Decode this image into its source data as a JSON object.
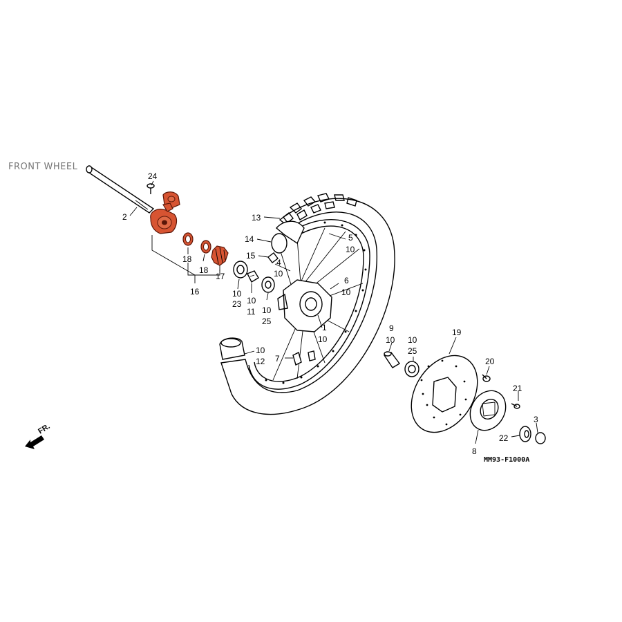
{
  "title": "FRONT WHEEL",
  "diagram_code": "MM93-F1000A",
  "direction_label": "FR.",
  "colors": {
    "highlight": "#d75432",
    "ink": "#000000",
    "title_text": "#777777"
  },
  "callouts": {
    "c24": "24",
    "c2": "2",
    "c13": "13",
    "c14": "14",
    "c15": "15",
    "c5": "5",
    "c5b": "10",
    "c4": "4",
    "c4b": "10",
    "c6": "6",
    "c6b": "10",
    "c18a": "18",
    "c18b": "18",
    "c17": "17",
    "c16": "16",
    "c23a": "10",
    "c23b": "23",
    "c11a": "10",
    "c11b": "11",
    "c25a": "10",
    "c25b": "25",
    "c1a": "1",
    "c1b": "10",
    "c12a": "10",
    "c12b": "12",
    "c7": "7",
    "c9a": "9",
    "c9b": "10",
    "c25c": "10",
    "c25d": "25",
    "c19": "19",
    "c20": "20",
    "c21": "21",
    "c3": "3",
    "c22": "22",
    "c8": "8"
  }
}
